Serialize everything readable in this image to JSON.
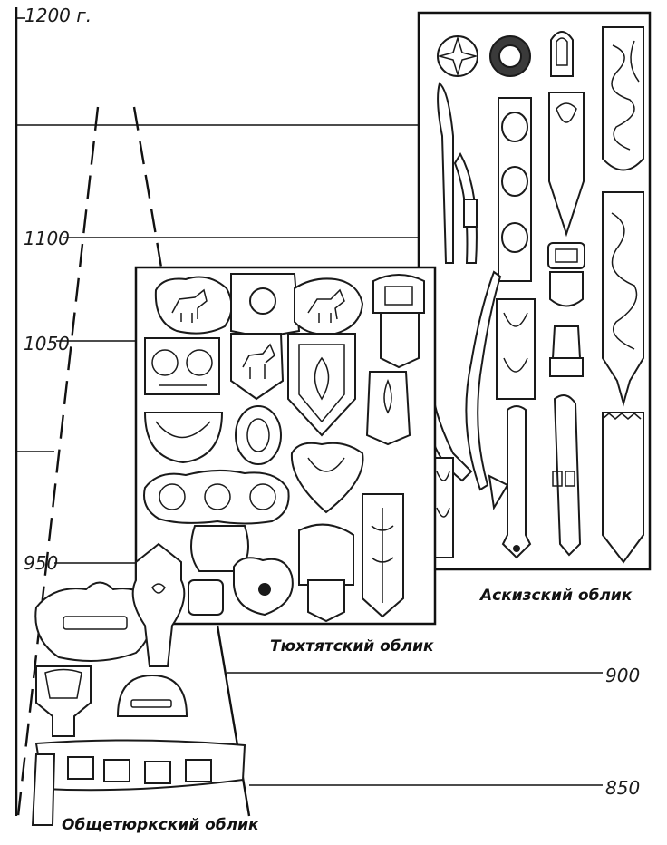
{
  "timeline": {
    "years": [
      {
        "label": "1200 г."
      },
      {
        "label": "1100"
      },
      {
        "label": "1050"
      },
      {
        "label": "950"
      },
      {
        "label": "900"
      },
      {
        "label": "850"
      }
    ]
  },
  "panels": {
    "askiz": {
      "label": "Аскизский облик"
    },
    "tyukhtyat": {
      "label": "Тюхтятский облик"
    },
    "common_turkic": {
      "label": "Общетюркский облик"
    }
  },
  "colors": {
    "ink": "#1a1a1a",
    "paper": "#ffffff",
    "shade": "#3a3a3a"
  }
}
